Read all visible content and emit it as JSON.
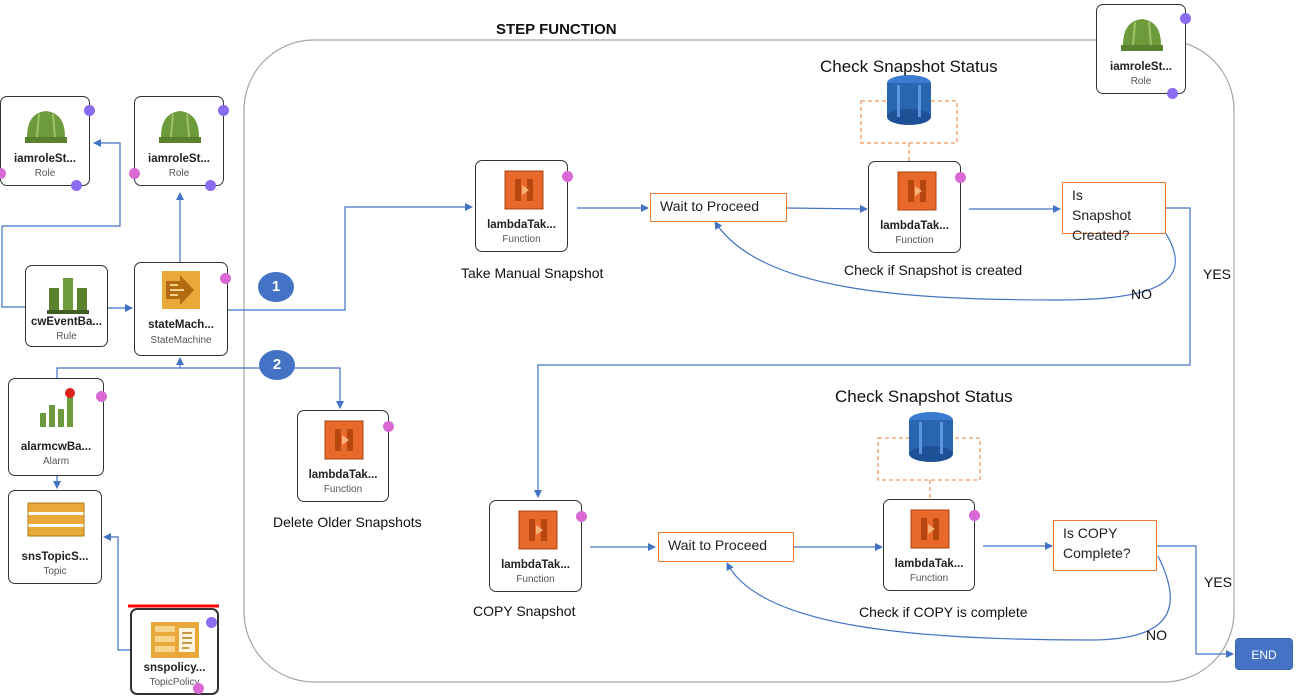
{
  "diagram_title": "STEP FUNCTION",
  "nodes": {
    "role1": {
      "name": "iamroleSt...",
      "type": "Role"
    },
    "role2": {
      "name": "iamroleSt...",
      "type": "Role"
    },
    "role3": {
      "name": "iamroleSt...",
      "type": "Role"
    },
    "rule": {
      "name": "cwEventBa...",
      "type": "Rule"
    },
    "statemachine": {
      "name": "stateMach...",
      "type": "StateMachine"
    },
    "alarm": {
      "name": "alarmcwBa...",
      "type": "Alarm"
    },
    "topic": {
      "name": "snsTopicS...",
      "type": "Topic"
    },
    "policy": {
      "name": "snspolicy...",
      "type": "TopicPolicy"
    },
    "lambda_take": {
      "name": "lambdaTak...",
      "type": "Function"
    },
    "lambda_check": {
      "name": "lambdaTak...",
      "type": "Function"
    },
    "lambda_delete": {
      "name": "lambdaTak...",
      "type": "Function"
    },
    "lambda_copy": {
      "name": "lambdaTak...",
      "type": "Function"
    },
    "lambda_check_copy": {
      "name": "lambdaTak...",
      "type": "Function"
    }
  },
  "captions": {
    "take_manual": "Take Manual Snapshot",
    "check_created": "Check if Snapshot is created",
    "delete_older": "Delete Older Snapshots",
    "copy_snapshot": "COPY Snapshot",
    "check_copy": "Check if COPY is complete",
    "status_top": "Check Snapshot Status",
    "status_bottom": "Check Snapshot Status"
  },
  "boxes": {
    "wait1": "Wait to Proceed",
    "wait2": "Wait to Proceed",
    "is_created": "Is Snapshot Created?",
    "is_copy": "Is COPY Complete?"
  },
  "edge_labels": {
    "yes1": "YES",
    "no1": "NO",
    "yes2": "YES",
    "no2": "NO"
  },
  "markers": {
    "one": "1",
    "two": "2"
  },
  "end_label": "END",
  "colors": {
    "arrow": "#4472c4",
    "box_border": "#ed7d31",
    "lambda_orange": "#e8692a",
    "role_green": "#6d9a3a",
    "db_blue": "#2a66b0",
    "pink_dot": "#d969d4",
    "purple_dot": "#8a6cf0",
    "policy_red": "#ff0000"
  },
  "icons": {
    "role": "hardhat-icon",
    "rule": "cloudwatch-event-icon",
    "statemachine": "step-functions-icon",
    "alarm": "alarm-icon",
    "topic": "sns-topic-icon",
    "policy": "topic-policy-icon",
    "lambda": "lambda-icon",
    "db": "rds-database-icon"
  }
}
